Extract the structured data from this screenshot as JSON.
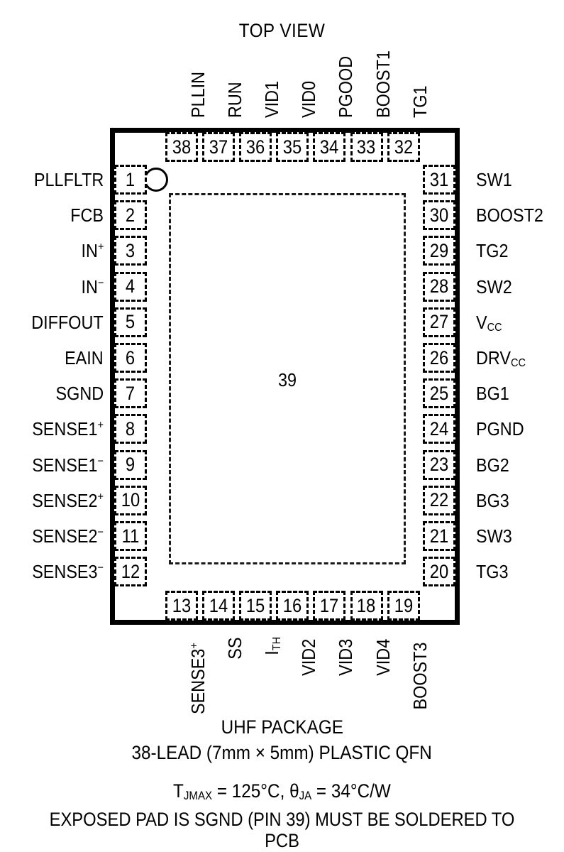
{
  "title": "TOP VIEW",
  "package": {
    "exposed_pad_pin": "39",
    "pin1_indicator": "circle-marker"
  },
  "pins": {
    "left": [
      {
        "number": "1",
        "name": "PLLFLTR",
        "sup": ""
      },
      {
        "number": "2",
        "name": "FCB",
        "sup": ""
      },
      {
        "number": "3",
        "name": "IN",
        "sup": "+"
      },
      {
        "number": "4",
        "name": "IN",
        "sup": "−"
      },
      {
        "number": "5",
        "name": "DIFFOUT",
        "sup": ""
      },
      {
        "number": "6",
        "name": "EAIN",
        "sup": ""
      },
      {
        "number": "7",
        "name": "SGND",
        "sup": ""
      },
      {
        "number": "8",
        "name": "SENSE1",
        "sup": "+"
      },
      {
        "number": "9",
        "name": "SENSE1",
        "sup": "−"
      },
      {
        "number": "10",
        "name": "SENSE2",
        "sup": "+"
      },
      {
        "number": "11",
        "name": "SENSE2",
        "sup": "−"
      },
      {
        "number": "12",
        "name": "SENSE3",
        "sup": "−"
      }
    ],
    "bottom": [
      {
        "number": "13",
        "name": "SENSE3",
        "sup": "+",
        "sub": ""
      },
      {
        "number": "14",
        "name": "SS",
        "sup": "",
        "sub": ""
      },
      {
        "number": "15",
        "name": "I",
        "sup": "",
        "sub": "TH"
      },
      {
        "number": "16",
        "name": "VID2",
        "sup": "",
        "sub": ""
      },
      {
        "number": "17",
        "name": "VID3",
        "sup": "",
        "sub": ""
      },
      {
        "number": "18",
        "name": "VID4",
        "sup": "",
        "sub": ""
      },
      {
        "number": "19",
        "name": "BOOST3",
        "sup": "",
        "sub": ""
      }
    ],
    "right": [
      {
        "number": "20",
        "name": "TG3",
        "sub": ""
      },
      {
        "number": "21",
        "name": "SW3",
        "sub": ""
      },
      {
        "number": "22",
        "name": "BG3",
        "sub": ""
      },
      {
        "number": "23",
        "name": "BG2",
        "sub": ""
      },
      {
        "number": "24",
        "name": "PGND",
        "sub": ""
      },
      {
        "number": "25",
        "name": "BG1",
        "sub": ""
      },
      {
        "number": "26",
        "name": "DRV",
        "sub": "CC"
      },
      {
        "number": "27",
        "name": "V",
        "sub": "CC"
      },
      {
        "number": "28",
        "name": "SW2",
        "sub": ""
      },
      {
        "number": "29",
        "name": "TG2",
        "sub": ""
      },
      {
        "number": "30",
        "name": "BOOST2",
        "sub": ""
      },
      {
        "number": "31",
        "name": "SW1",
        "sub": ""
      }
    ],
    "top": [
      {
        "number": "32",
        "name": "TG1"
      },
      {
        "number": "33",
        "name": "BOOST1"
      },
      {
        "number": "34",
        "name": "PGOOD"
      },
      {
        "number": "35",
        "name": "VID0"
      },
      {
        "number": "36",
        "name": "VID1"
      },
      {
        "number": "37",
        "name": "RUN"
      },
      {
        "number": "38",
        "name": "PLLIN"
      }
    ]
  },
  "caption": {
    "line1": "UHF PACKAGE",
    "line2": "38-LEAD (7mm × 5mm) PLASTIC QFN",
    "line3_pre": "T",
    "line3_sub1": "JMAX",
    "line3_mid": " = 125°C, θ",
    "line3_sub2": "JA",
    "line3_post": " = 34°C/W",
    "line4": "EXPOSED PAD IS SGND (PIN 39) MUST BE SOLDERED TO PCB"
  },
  "colors": {
    "ink": "#000000",
    "background": "#ffffff",
    "dashed": "#1a1a1a"
  }
}
